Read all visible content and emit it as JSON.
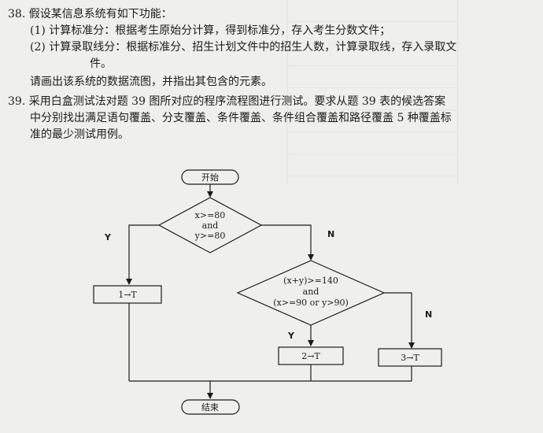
{
  "q38": {
    "intro": "38. 假设某信息系统有如下功能：",
    "item1": "(1) 计算标准分：根据考生原始分计算，得到标准分，存入考生分数文件；",
    "item2": "(2) 计算录取线分：根据标准分、招生计划文件中的招生人数，计算录取线，存入录取文",
    "item2_cont": "件。",
    "task": "请画出该系统的数据流图，并指出其包含的元素。"
  },
  "q39": {
    "line1": "39. 采用白盒测试法对题 39 图所对应的程序流程图进行测试。要求从题 39 表的候选答案",
    "line2": "中分别找出满足语句覆盖、分支覆盖、条件覆盖、条件组合覆盖和路径覆盖 5 种覆盖标",
    "line3": "准的最少测试用例。"
  },
  "flowchart": {
    "start": "开始",
    "end": "结束",
    "decision1": [
      "x>=80",
      "and",
      "y>=80"
    ],
    "decision2": [
      "(x+y)>=140",
      "and",
      "(x>=90 or y>90)"
    ],
    "box1": "1→T",
    "box2": "2→T",
    "box3": "3→T",
    "label_y1": "Y",
    "label_n1": "N",
    "label_y2": "Y",
    "label_n2": "N"
  }
}
